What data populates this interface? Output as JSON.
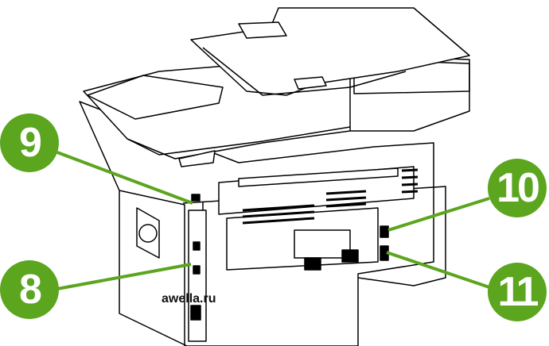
{
  "colors": {
    "callout": "#5ba51f",
    "line": "#000000"
  },
  "callouts": [
    {
      "number": "9",
      "target": "lock-slot"
    },
    {
      "number": "8",
      "target": "interface-ports"
    },
    {
      "number": "10",
      "target": "power-switch"
    },
    {
      "number": "11",
      "target": "power-connector"
    }
  ],
  "watermark": "awella.ru"
}
